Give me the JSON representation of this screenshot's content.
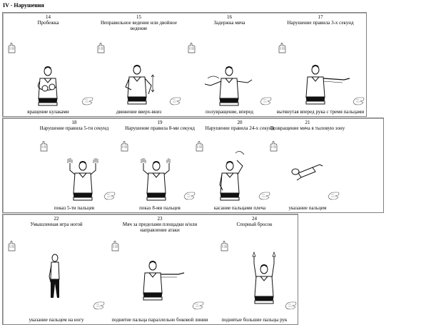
{
  "section_title": "IV - Нарушения",
  "rows": [
    [
      {
        "num": "14",
        "name": "Пробежка",
        "caption": "вращение кулаками"
      },
      {
        "num": "15",
        "name": "Неправильное ведение или двойное ведение",
        "caption": "движение вверх-вниз"
      },
      {
        "num": "16",
        "name": "Задержка мяча",
        "caption": "полувращение, вперед"
      },
      {
        "num": "17",
        "name": "Нарушение правила 3-х секунд",
        "caption": "вытянутая вперед рука с тремя пальцами"
      }
    ],
    [
      {
        "num": "18",
        "name": "Нарушение правила 5-ти секунд",
        "caption": "показ 5-ти пальцев"
      },
      {
        "num": "19",
        "name": "Нарушение правила 8-ми секунд",
        "caption": "показ 8-ми пальцев"
      },
      {
        "num": "20",
        "name": "Нарушение правила 24-х секунд",
        "caption": "касание пальцами плеча"
      },
      {
        "num": "21",
        "name": "Возвращение мяча в тыловую зону",
        "caption": "указание пальцем"
      }
    ],
    [
      {
        "num": "22",
        "name": "Умышленная игра ногой",
        "caption": "указание пальцем на ногу"
      },
      {
        "num": "23",
        "name": "Мяч за пределами площадки и/или направление атаки",
        "caption": "поднятие пальца параллельно боковой линии"
      },
      {
        "num": "24",
        "name": "Спорный бросок",
        "caption": "поднятые большие пальцы рук"
      }
    ]
  ]
}
